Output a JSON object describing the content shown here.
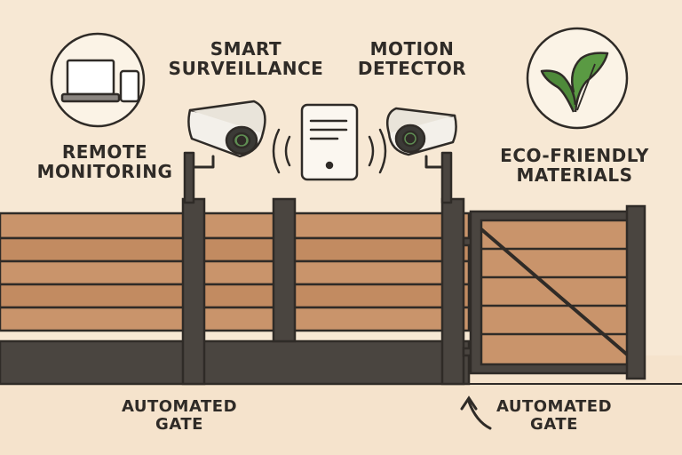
{
  "labels": {
    "smart_surveillance": [
      "SMART",
      "SURVEILLANCE"
    ],
    "motion_detector": [
      "MOTION",
      "DETECTOR"
    ],
    "remote_monitoring": [
      "REMOTE",
      "MONITORING"
    ],
    "eco_friendly": [
      "ECO-FRIENDLY",
      "MATERIALS"
    ],
    "automated_gate_left": [
      "AUTOMATED",
      "GATE"
    ],
    "automated_gate_right": [
      "AUTOMATED",
      "GATE"
    ]
  },
  "icons": {
    "remote": "laptop-phone-icon",
    "eco": "leaf-icon",
    "camera_left": "security-camera-icon",
    "camera_right": "security-camera-icon",
    "detector": "motion-detector-icon",
    "arrow": "curved-arrow-icon"
  },
  "colors": {
    "background": "#f7e8d4",
    "wood": "#c9946b",
    "post": "#4a4540",
    "outline": "#2f2b27",
    "leaf": "#4e8a3a"
  }
}
